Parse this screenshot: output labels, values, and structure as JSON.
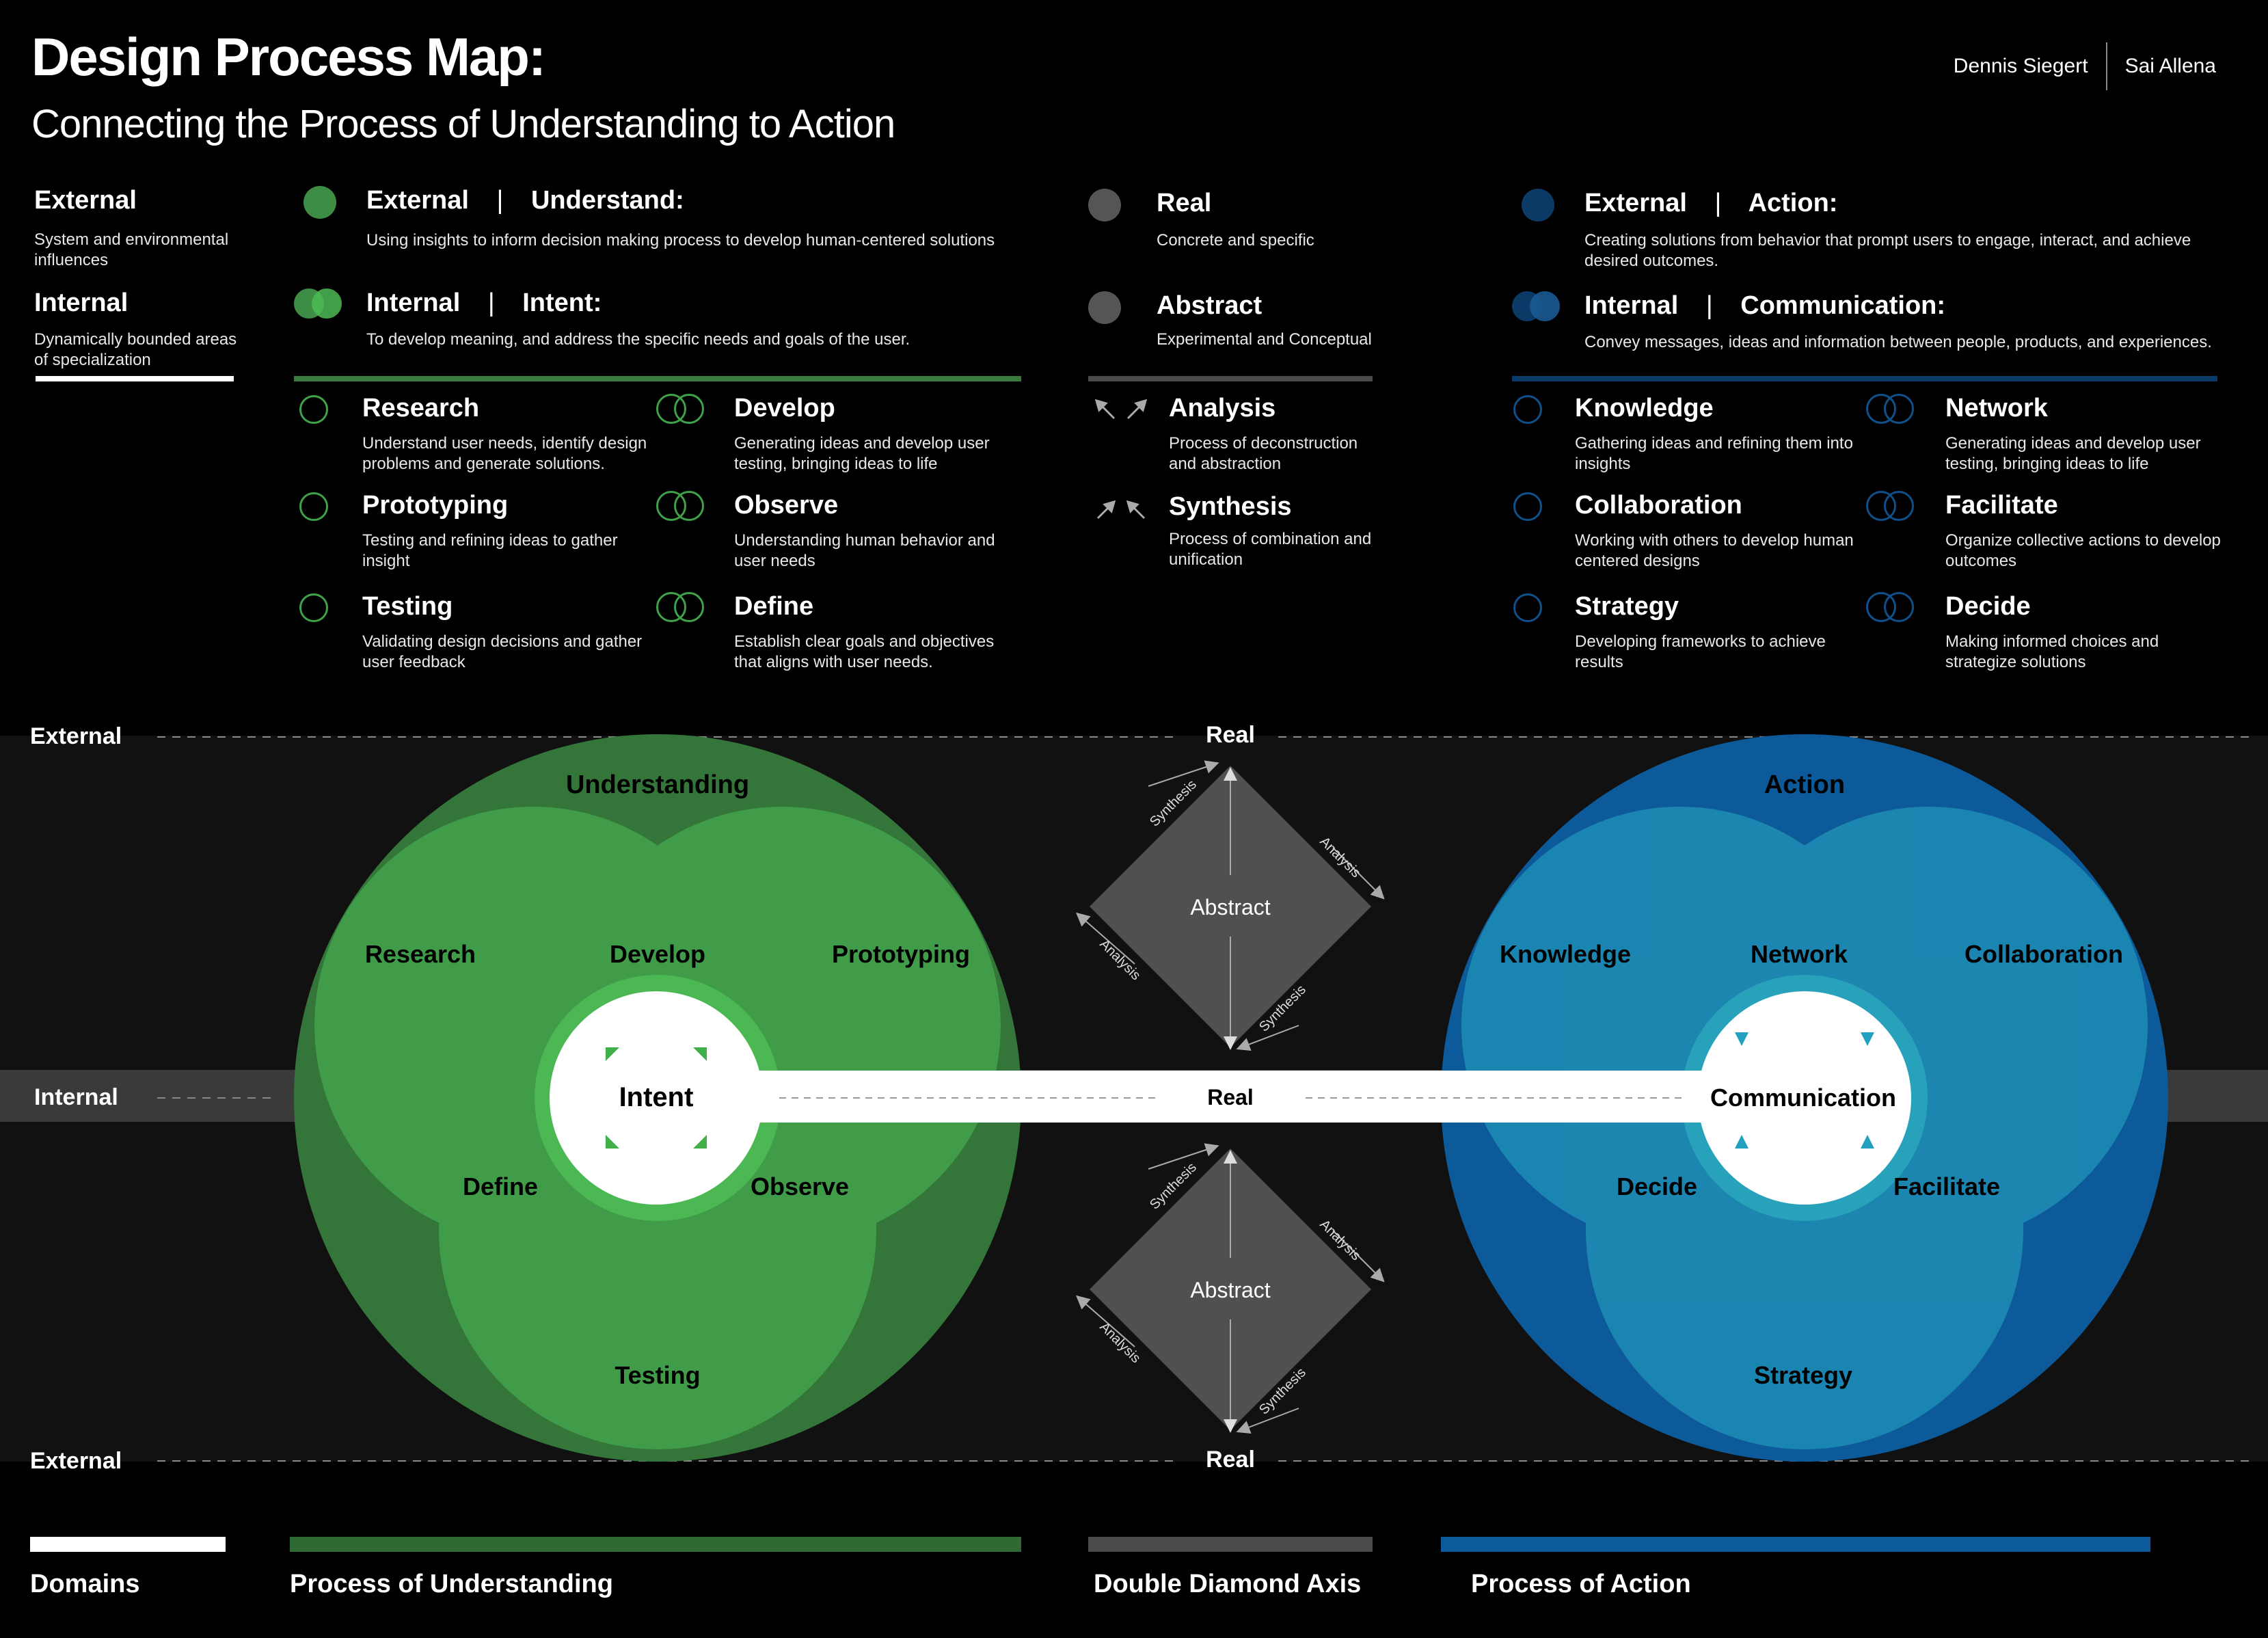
{
  "header": {
    "title": "Design Process Map:",
    "subtitle": "Connecting the Process of Understanding to Action",
    "authors": [
      "Dennis Siegert",
      "Sai Allena"
    ]
  },
  "domains": {
    "external": {
      "title": "External",
      "desc": "System and environmental influences"
    },
    "internal": {
      "title": "Internal",
      "desc": "Dynamically bounded areas of specialization"
    }
  },
  "understand": {
    "external_title": "External",
    "external_sub": "Understand:",
    "external_desc": "Using insights to inform decision making process to develop human-centered solutions",
    "internal_title": "Internal",
    "internal_sub": "Intent:",
    "internal_desc": "To develop meaning, and address the specific needs and goals of the user.",
    "items": [
      {
        "title": "Research",
        "desc": "Understand user needs, identify design problems and generate solutions."
      },
      {
        "title": "Develop",
        "desc": "Generating ideas and develop user testing, bringing ideas to life"
      },
      {
        "title": "Prototyping",
        "desc": "Testing and refining ideas to gather insight"
      },
      {
        "title": "Observe",
        "desc": "Understanding human behavior and user needs"
      },
      {
        "title": "Testing",
        "desc": "Validating design decisions and gather user feedback"
      },
      {
        "title": "Define",
        "desc": "Establish clear goals and objectives that aligns with user needs."
      }
    ]
  },
  "axis": {
    "real_title": "Real",
    "real_desc": "Concrete and specific",
    "abstract_title": "Abstract",
    "abstract_desc": "Experimental and Conceptual",
    "analysis_title": "Analysis",
    "analysis_desc": "Process of deconstruction and abstraction",
    "synthesis_title": "Synthesis",
    "synthesis_desc": "Process of combination and unification"
  },
  "action": {
    "external_title": "External",
    "external_sub": "Action:",
    "external_desc": "Creating solutions from behavior that prompt users to engage, interact, and achieve desired outcomes.",
    "internal_title": "Internal",
    "internal_sub": "Communication:",
    "internal_desc": "Convey messages, ideas and information between people, products, and experiences.",
    "items": [
      {
        "title": "Knowledge",
        "desc": "Gathering ideas and refining them into insights"
      },
      {
        "title": "Network",
        "desc": "Generating ideas and develop user testing, bringing ideas to life"
      },
      {
        "title": "Collaboration",
        "desc": "Working with others to develop human centered designs"
      },
      {
        "title": "Facilitate",
        "desc": "Organize collective actions to develop outcomes"
      },
      {
        "title": "Strategy",
        "desc": "Developing frameworks to achieve results"
      },
      {
        "title": "Decide",
        "desc": "Making informed choices and strategize solutions"
      }
    ]
  },
  "diagram": {
    "external_top": "External",
    "internal": "Internal",
    "external_bottom": "External",
    "real_top": "Real",
    "real_mid": "Real",
    "real_bottom": "Real",
    "abstract": "Abstract",
    "synthesis": "Synthesis",
    "analysis": "Analysis",
    "understanding": "Understanding",
    "intent": "Intent",
    "u_research": "Research",
    "u_develop": "Develop",
    "u_prototyping": "Prototyping",
    "u_define": "Define",
    "u_observe": "Observe",
    "u_testing": "Testing",
    "action": "Action",
    "communication": "Communication",
    "a_knowledge": "Knowledge",
    "a_network": "Network",
    "a_collaboration": "Collaboration",
    "a_decide": "Decide",
    "a_facilitate": "Facilitate",
    "a_strategy": "Strategy"
  },
  "legend": {
    "domains": "Domains",
    "understanding": "Process of Understanding",
    "axis": "Double Diamond Axis",
    "action": "Process of Action"
  },
  "colors": {
    "green_dark": "#34753a",
    "green_mid": "#3f9d48",
    "green_light": "#4cbb55",
    "blue_dark": "#0d5a9a",
    "blue_mid": "#1f82b2",
    "blue_light": "#2aa5bd",
    "grey": "#505050"
  }
}
